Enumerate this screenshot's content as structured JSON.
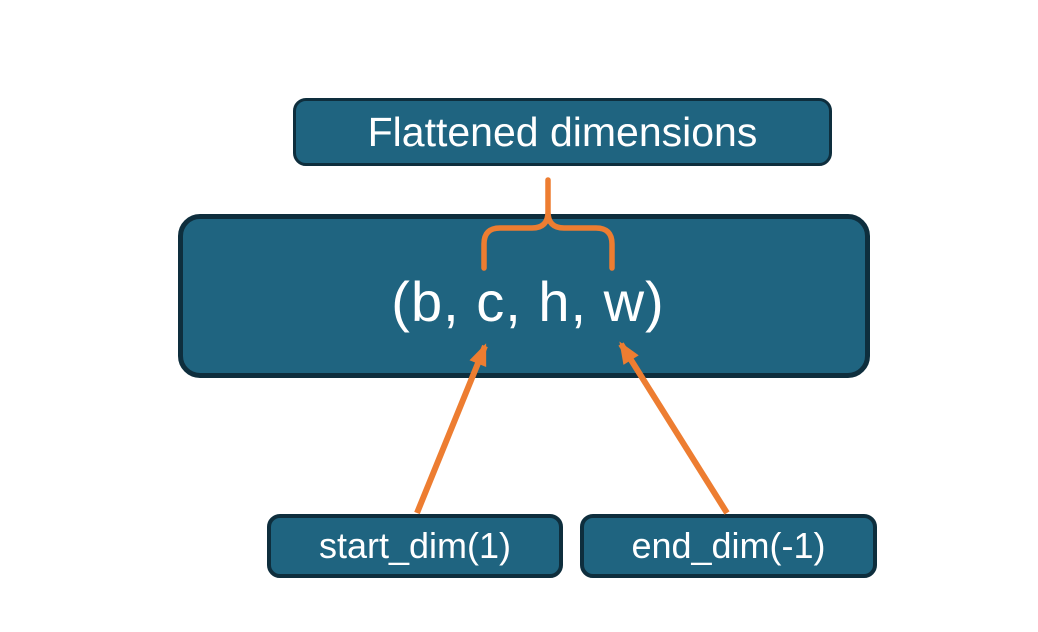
{
  "diagram": {
    "title_box": {
      "label": "Flattened dimensions"
    },
    "tensor_box": {
      "label": "(b, c, h, w)"
    },
    "param_boxes": [
      {
        "label": "start_dim(1)"
      },
      {
        "label": "end_dim(-1)"
      }
    ]
  },
  "colors": {
    "background": "#FFFFFF",
    "box_fill": "#1F6480",
    "box_border": "#0E2E3D",
    "accent": "#ED7D31",
    "text": "#FFFFFF"
  }
}
